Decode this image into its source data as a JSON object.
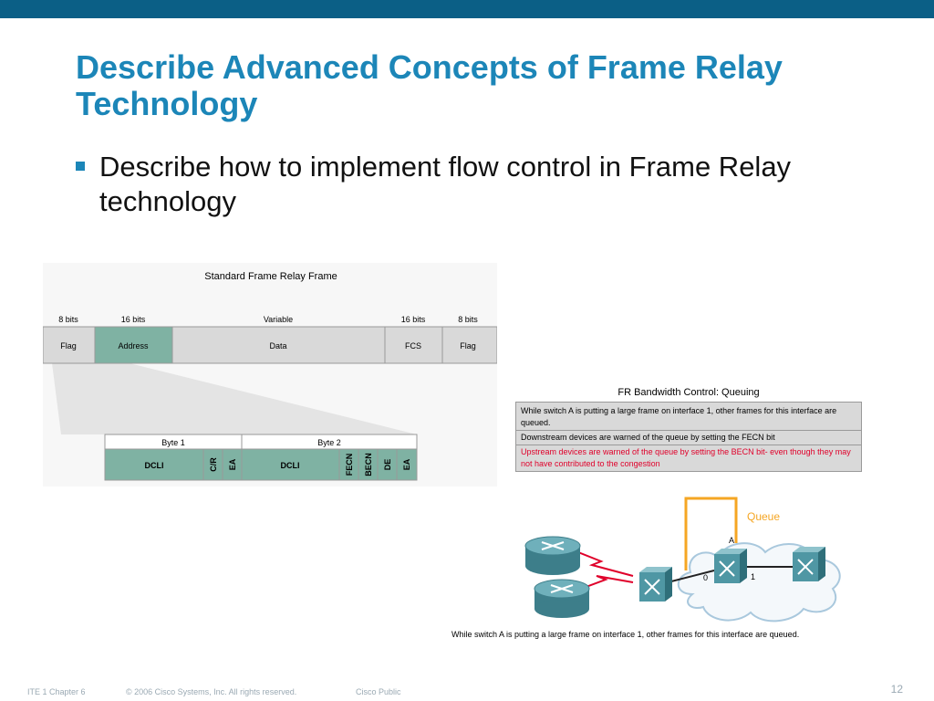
{
  "slide": {
    "title": "Describe Advanced Concepts of Frame Relay Technology",
    "bullet": "Describe how to implement flow control in Frame Relay technology",
    "page_number": "12"
  },
  "frame_diagram": {
    "title": "Standard Frame Relay Frame",
    "fields": [
      {
        "bits": "8 bits",
        "label": "Flag"
      },
      {
        "bits": "16 bits",
        "label": "Address"
      },
      {
        "bits": "Variable",
        "label": "Data"
      },
      {
        "bits": "16 bits",
        "label": "FCS"
      },
      {
        "bits": "8 bits",
        "label": "Flag"
      }
    ],
    "byte_labels": [
      "Byte 1",
      "Byte 2"
    ],
    "address_fields": [
      "DCLI",
      "C/R",
      "EA",
      "DCLI",
      "FECN",
      "BECN",
      "DE",
      "EA"
    ]
  },
  "queuing_diagram": {
    "title": "FR Bandwidth Control: Queuing",
    "lines": [
      "While switch A is putting a large frame on interface 1, other frames for this interface are queued.",
      "Downstream devices are warned of the queue by setting the FECN bit",
      "Upstream devices are warned of the queue by setting the BECN bit- even though they may not have contributed to the congestion"
    ],
    "queue_label": "Queue",
    "switch_label": "A",
    "iface0": "0",
    "iface1": "1",
    "caption": "While switch A is putting a large frame on interface 1, other frames for this interface are queued."
  },
  "footer": {
    "course": "ITE 1 Chapter 6",
    "copyright": "© 2006 Cisco Systems, Inc. All rights reserved.",
    "classification": "Cisco Public"
  },
  "colors": {
    "title": "#1c86b8",
    "top_bar": "#0b5f86",
    "address_field": "#7fb2a3",
    "grey_field": "#d9d9d9",
    "queue_box": "#f5a623",
    "warning_text": "#e0002a"
  }
}
